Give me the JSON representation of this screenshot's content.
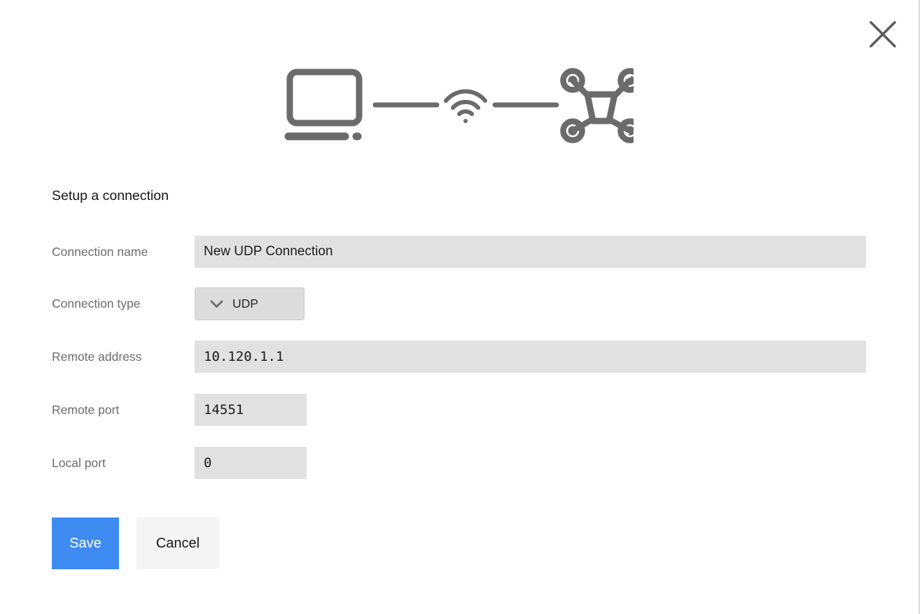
{
  "window": {
    "close_icon": "close-x"
  },
  "illustration": {
    "icons": [
      "laptop",
      "wifi",
      "drone"
    ]
  },
  "dialog": {
    "title": "Setup a connection"
  },
  "form": {
    "fields": [
      {
        "label": "Connection name",
        "value": "New UDP Connection"
      },
      {
        "label": "Connection type",
        "value": "UDP"
      },
      {
        "label": "Remote address",
        "value": "10.120.1.1"
      },
      {
        "label": "Remote port",
        "value": "14551"
      },
      {
        "label": "Local port",
        "value": "0"
      }
    ]
  },
  "actions": {
    "save_label": "Save",
    "cancel_label": "Cancel"
  },
  "colors": {
    "accent_blue": "#3e8bf2",
    "input_bg": "#e1e1e1",
    "dropdown_bg": "#dcdcdc",
    "cancel_bg": "#f4f4f4",
    "icon_gray": "#6b6b6b",
    "label_gray": "#6b6b6b"
  }
}
